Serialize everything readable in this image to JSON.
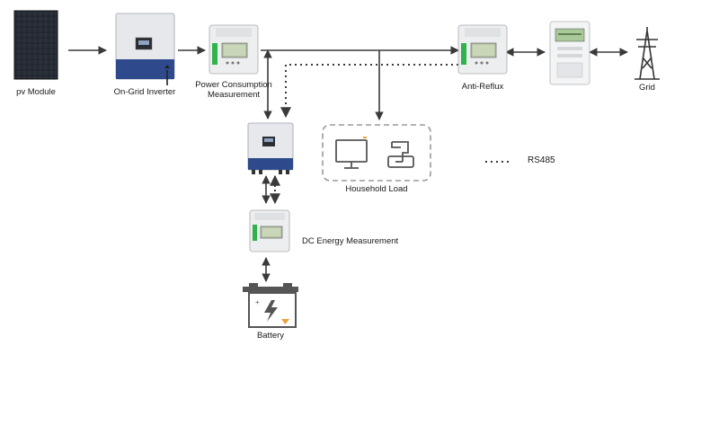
{
  "nodes": {
    "pv_module": {
      "label": "pv Module"
    },
    "on_grid_inverter": {
      "label": "On-Grid Inverter"
    },
    "power_consumption": {
      "label_line1": "Power Consumption",
      "label_line2": "Measurement"
    },
    "anti_reflux": {
      "label": "Anti-Reflux"
    },
    "grid": {
      "label": "Grid"
    },
    "household_load": {
      "label": "Household Load"
    },
    "dc_energy": {
      "label": "DC Energy Measurement"
    },
    "battery": {
      "label": "Battery"
    }
  },
  "legend": {
    "rs485": "RS485"
  },
  "colors": {
    "line": "#3a3a3a",
    "inverter_body": "#e6e8ec",
    "inverter_base": "#2e4a8c",
    "meter_green": "#2fb34a",
    "panel_dark": "#2a2d33",
    "dashed_box": "#9a9a9a"
  }
}
